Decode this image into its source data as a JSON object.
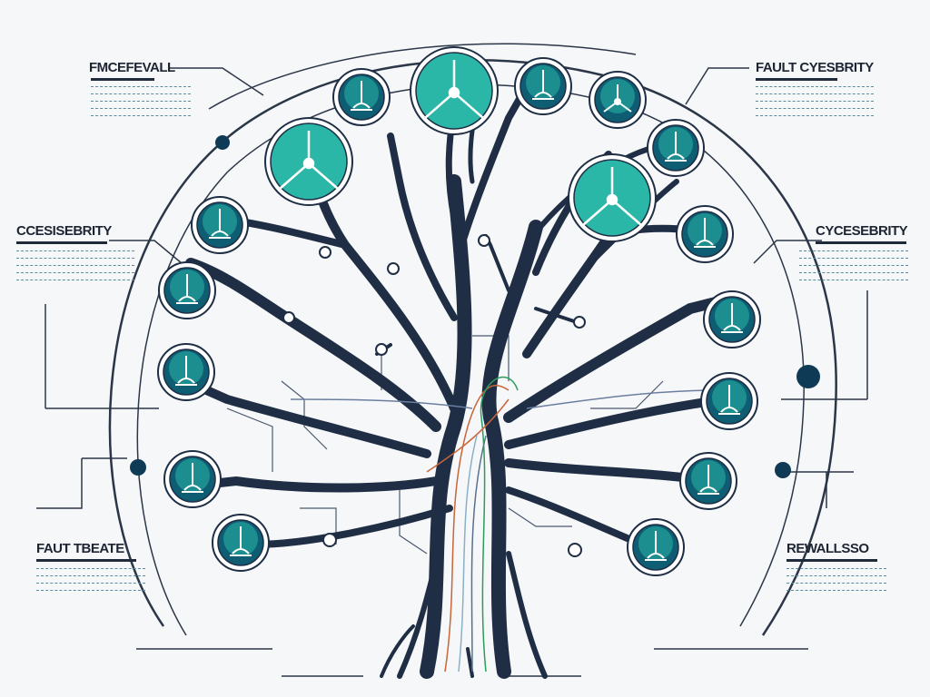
{
  "labels": {
    "top_left": "FMCEFEVALL",
    "top_right": "FAULT CYESBRITY",
    "mid_left": "CCESISEBRITY",
    "mid_right": "CYCESEBRITY",
    "bottom_left": "FAUT TBEATE",
    "bottom_right": "REWALLSSO"
  },
  "colors": {
    "trunk": "#1f2e45",
    "accent": "#14a89a",
    "teal_dark": "#0e5d73",
    "teal_light": "#2ab7a8",
    "node_bg": "#ffffff",
    "wire_orange": "#c8653a",
    "wire_green": "#2a9d5a",
    "frame": "#2b3648"
  },
  "nodes": [
    {
      "name": "node-1",
      "size": "large",
      "icon": "fork-icon"
    },
    {
      "name": "node-2",
      "size": "small",
      "icon": "flask-icon"
    },
    {
      "name": "node-3",
      "size": "small",
      "icon": "flask-icon"
    },
    {
      "name": "node-4",
      "size": "small",
      "icon": "fork-icon"
    },
    {
      "name": "node-5",
      "size": "large",
      "icon": "fork-icon"
    },
    {
      "name": "node-6",
      "size": "small",
      "icon": "flask-icon"
    },
    {
      "name": "node-7",
      "size": "large",
      "icon": "fork-icon"
    },
    {
      "name": "node-8",
      "size": "small",
      "icon": "flask-icon"
    },
    {
      "name": "node-9",
      "size": "small",
      "icon": "flask-icon"
    },
    {
      "name": "node-10",
      "size": "small",
      "icon": "flask-icon"
    },
    {
      "name": "node-11",
      "size": "small",
      "icon": "flask-icon"
    },
    {
      "name": "node-12",
      "size": "small",
      "icon": "flask-icon"
    },
    {
      "name": "node-13",
      "size": "small",
      "icon": "flask-icon"
    },
    {
      "name": "node-14",
      "size": "small",
      "icon": "flask-icon"
    },
    {
      "name": "node-15",
      "size": "small",
      "icon": "flask-icon"
    },
    {
      "name": "node-16",
      "size": "small",
      "icon": "flask-icon"
    },
    {
      "name": "node-17",
      "size": "small",
      "icon": "flask-icon"
    }
  ]
}
